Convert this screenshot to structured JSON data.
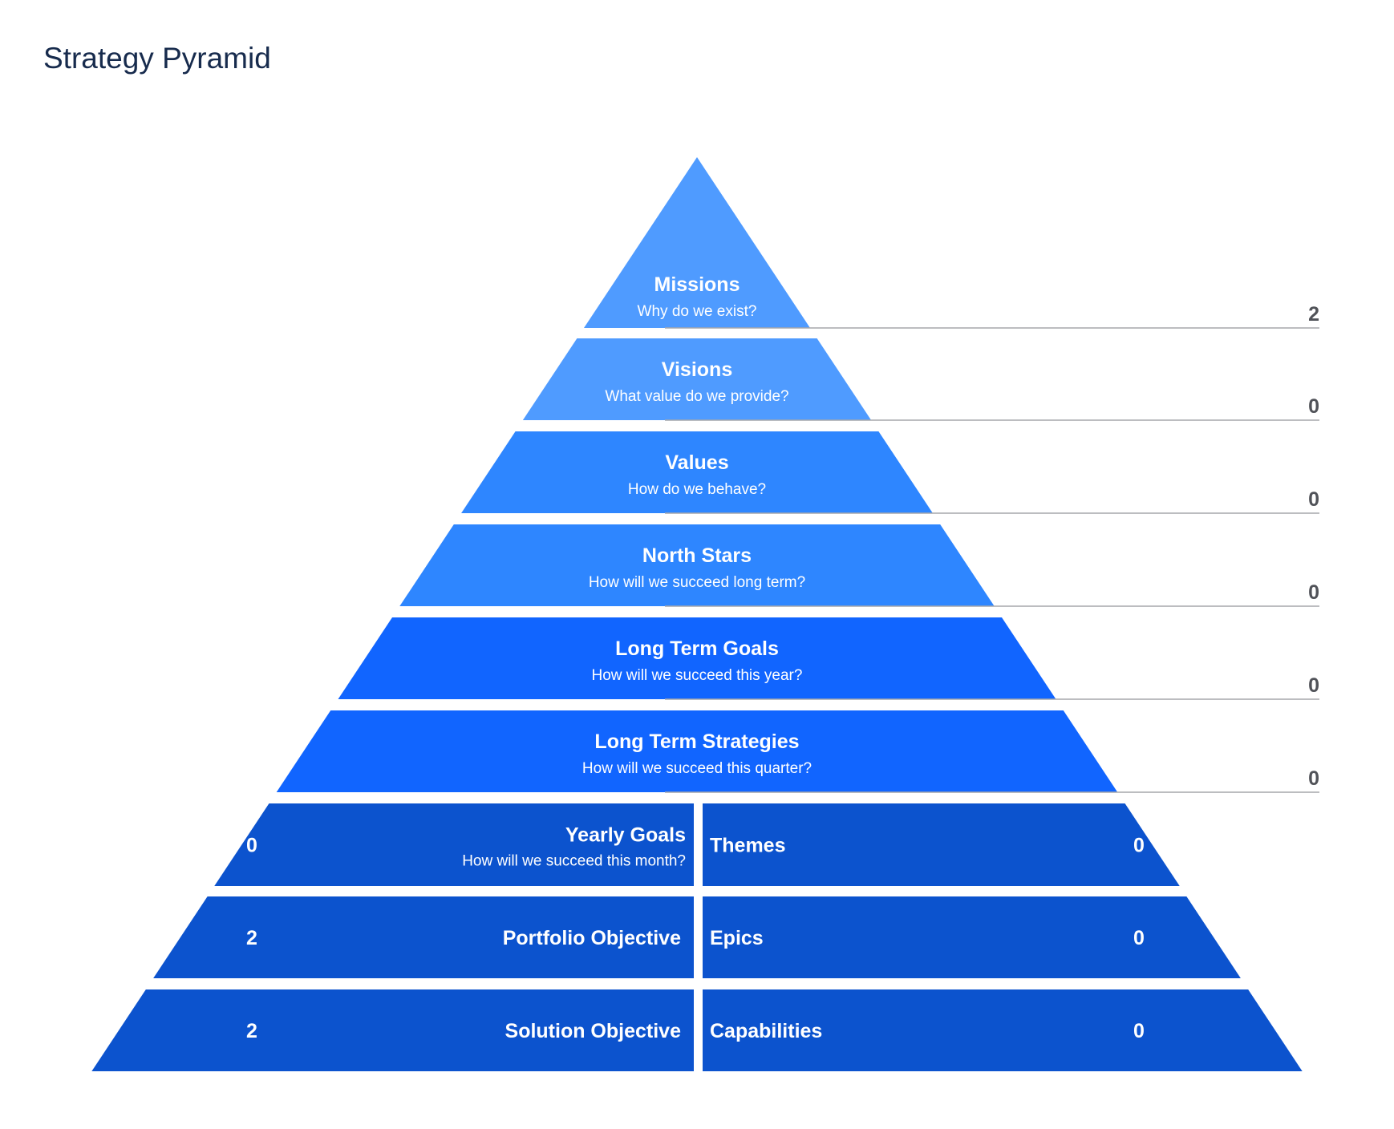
{
  "page": {
    "title": "Strategy Pyramid"
  },
  "colors": {
    "light": "#4f9bff",
    "mid": "#2e86ff",
    "strong": "#1165ff",
    "dark": "#0c53ce",
    "rule": "#a5a7ab",
    "count": "#505258"
  },
  "tiers": [
    {
      "title": "Missions",
      "subtitle": "Why do we exist?",
      "count": "2",
      "color": "light"
    },
    {
      "title": "Visions",
      "subtitle": "What value do we provide?",
      "count": "0",
      "color": "light"
    },
    {
      "title": "Values",
      "subtitle": "How do we behave?",
      "count": "0",
      "color": "mid"
    },
    {
      "title": "North Stars",
      "subtitle": "How will we succeed long term?",
      "count": "0",
      "color": "mid"
    },
    {
      "title": "Long Term Goals",
      "subtitle": "How will we succeed this year?",
      "count": "0",
      "color": "strong"
    },
    {
      "title": "Long Term Strategies",
      "subtitle": "How will we succeed this quarter?",
      "count": "0",
      "color": "strong"
    }
  ],
  "split_tiers": [
    {
      "left_title": "Yearly Goals",
      "left_subtitle": "How will we succeed this month?",
      "left_count": "0",
      "right_title": "Themes",
      "right_count": "0",
      "color": "dark"
    },
    {
      "left_title": "Portfolio Objective",
      "left_subtitle": "",
      "left_count": "2",
      "right_title": "Epics",
      "right_count": "0",
      "color": "dark"
    },
    {
      "left_title": "Solution Objective",
      "left_subtitle": "",
      "left_count": "2",
      "right_title": "Capabilities",
      "right_count": "0",
      "color": "dark"
    }
  ]
}
